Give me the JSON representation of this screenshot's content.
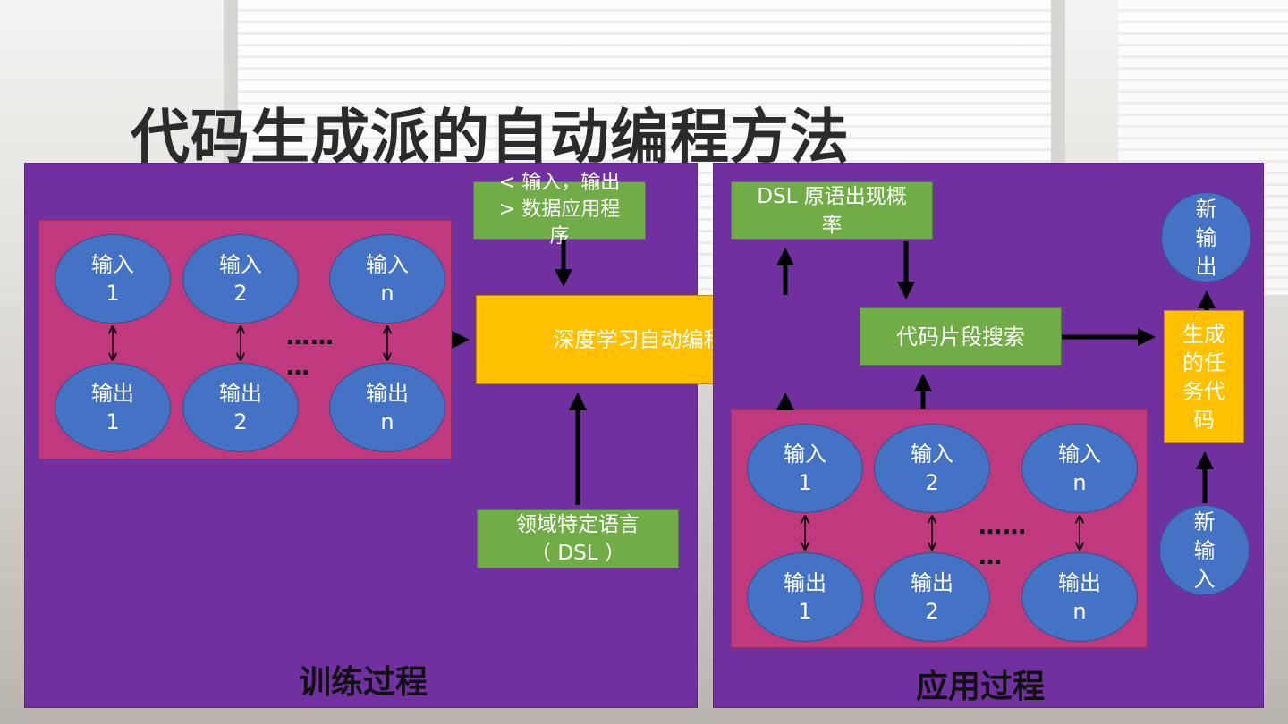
{
  "title": "代码生成派的自动编程方法",
  "training": {
    "pairs": [
      {
        "input": [
          "输入",
          "1"
        ],
        "output": [
          "输出",
          "1"
        ]
      },
      {
        "input": [
          "输入",
          "2"
        ],
        "output": [
          "输出",
          "2"
        ]
      },
      {
        "input": [
          "输入",
          "n"
        ],
        "output": [
          "输出",
          "n"
        ]
      }
    ],
    "dots": [
      "……",
      "…"
    ],
    "io_data_box": [
      "< 输入，输出",
      "> 数据应用程",
      "序"
    ],
    "system_box": "深度学习自动编程系统",
    "dsl_box": [
      "领域特定语言",
      "（ DSL ）"
    ],
    "caption": "训练过程"
  },
  "application": {
    "prob_box": [
      "DSL 原语出现概",
      "率"
    ],
    "search_box": "代码片段搜索",
    "pairs": [
      {
        "input": [
          "输入",
          "1"
        ],
        "output": [
          "输出",
          "1"
        ]
      },
      {
        "input": [
          "输入",
          "2"
        ],
        "output": [
          "输出",
          "2"
        ]
      },
      {
        "input": [
          "输入",
          "n"
        ],
        "output": [
          "输出",
          "n"
        ]
      }
    ],
    "dots": [
      "……",
      "…"
    ],
    "task_code_box": [
      "生成",
      "的任",
      "务代",
      "码"
    ],
    "new_output": [
      "新",
      "输",
      "出"
    ],
    "new_input": [
      "新",
      "输",
      "入"
    ],
    "caption": "应用过程"
  },
  "colors": {
    "panel": "#7030a0",
    "subpanel": "#c0397f",
    "ellipse": "#4472c4",
    "green": "#70ad47",
    "yellow": "#ffc000"
  }
}
